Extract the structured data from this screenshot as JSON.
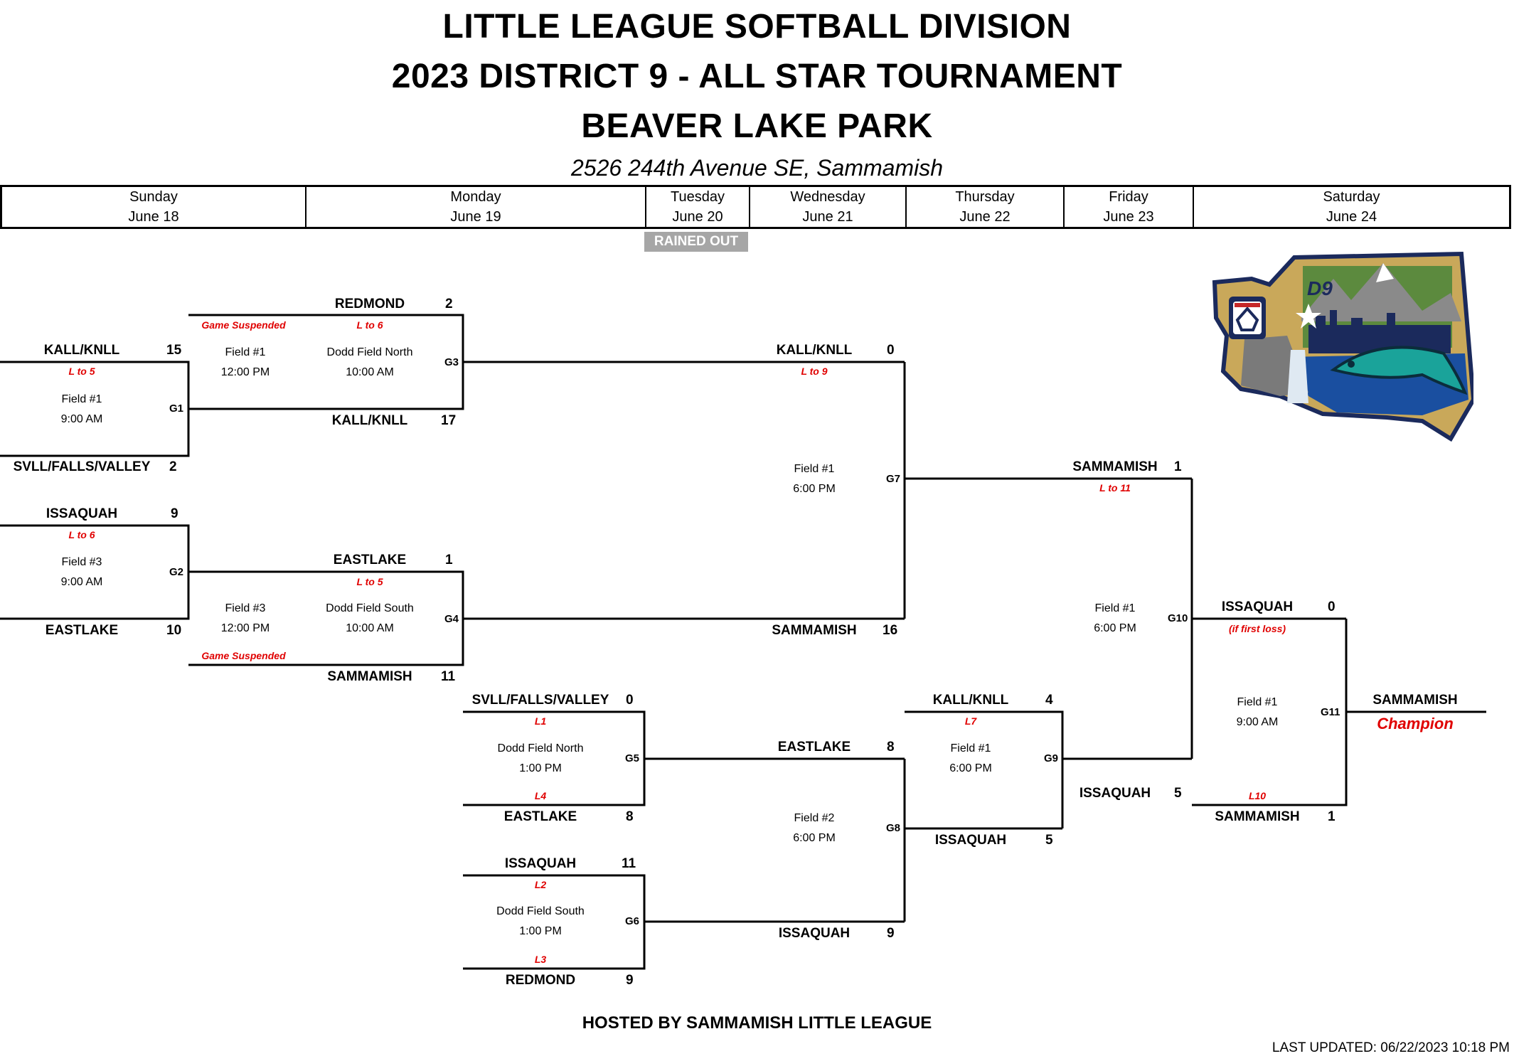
{
  "header": {
    "title1": "LITTLE LEAGUE SOFTBALL DIVISION",
    "title2": "2023 DISTRICT 9 - ALL STAR TOURNAMENT",
    "title3": "BEAVER LAKE PARK",
    "address": "2526 244th Avenue SE, Sammamish"
  },
  "days": [
    {
      "day": "Sunday",
      "date": "June 18"
    },
    {
      "day": "Monday",
      "date": "June 19"
    },
    {
      "day": "Tuesday",
      "date": "June 20"
    },
    {
      "day": "Wednesday",
      "date": "June 21"
    },
    {
      "day": "Thursday",
      "date": "June 22"
    },
    {
      "day": "Friday",
      "date": "June 23"
    },
    {
      "day": "Saturday",
      "date": "June 24"
    }
  ],
  "rained_out": "RAINED OUT",
  "logo": {
    "text": "D9",
    "icon": "district-9-washington-logo",
    "colors": {
      "gold": "#c9a85a",
      "blue": "#1a4fa0",
      "green": "#2e7d32",
      "navy": "#1b2a5c"
    }
  },
  "games": {
    "g1": {
      "label": "G1",
      "top_team": "KALL/KNLL",
      "top_score": "15",
      "top_note": "L to 5",
      "field": "Field #1",
      "time": "9:00 AM",
      "bottom_team": "SVLL/FALLS/VALLEY",
      "bottom_score": "2"
    },
    "g2": {
      "label": "G2",
      "top_team": "ISSAQUAH",
      "top_score": "9",
      "top_note": "L to 6",
      "field": "Field #3",
      "time": "9:00 AM",
      "bottom_team": "EASTLAKE",
      "bottom_score": "10"
    },
    "g3": {
      "label": "G3",
      "top_team": "REDMOND",
      "top_score": "2",
      "top_note": "L to 6",
      "suspended": "Game Suspended",
      "field_a": "Field #1",
      "time_a": "12:00 PM",
      "field_b": "Dodd Field North",
      "time_b": "10:00 AM",
      "bottom_team": "KALL/KNLL",
      "bottom_score": "17"
    },
    "g4": {
      "label": "G4",
      "top_team": "EASTLAKE",
      "top_score": "1",
      "top_note": "L to 5",
      "suspended": "Game Suspended",
      "field_a": "Field #3",
      "time_a": "12:00 PM",
      "field_b": "Dodd Field South",
      "time_b": "10:00 AM",
      "bottom_team": "SAMMAMISH",
      "bottom_score": "11"
    },
    "g5": {
      "label": "G5",
      "top_team": "SVLL/FALLS/VALLEY",
      "top_score": "0",
      "top_note": "L1",
      "field": "Dodd Field North",
      "time": "1:00 PM",
      "bottom_note": "L4",
      "bottom_team": "EASTLAKE",
      "bottom_score": "8"
    },
    "g6": {
      "label": "G6",
      "top_team": "ISSAQUAH",
      "top_score": "11",
      "top_note": "L2",
      "field": "Dodd Field South",
      "time": "1:00 PM",
      "bottom_note": "L3",
      "bottom_team": "REDMOND",
      "bottom_score": "9"
    },
    "g7": {
      "label": "G7",
      "top_team": "KALL/KNLL",
      "top_score": "0",
      "top_note": "L to 9",
      "field": "Field #1",
      "time": "6:00 PM",
      "bottom_team": "SAMMAMISH",
      "bottom_score": "16"
    },
    "g8": {
      "label": "G8",
      "top_team": "EASTLAKE",
      "top_score": "8",
      "field": "Field #2",
      "time": "6:00 PM",
      "bottom_team": "ISSAQUAH",
      "bottom_score": "9"
    },
    "g9": {
      "label": "G9",
      "top_team": "KALL/KNLL",
      "top_score": "4",
      "top_note": "L7",
      "field": "Field #1",
      "time": "6:00 PM",
      "bottom_team": "ISSAQUAH",
      "bottom_score": "5"
    },
    "g10": {
      "label": "G10",
      "top_team": "SAMMAMISH",
      "top_score": "1",
      "top_note": "L to 11",
      "field": "Field #1",
      "time": "6:00 PM",
      "bottom_team": "ISSAQUAH",
      "bottom_score": "5"
    },
    "g11": {
      "label": "G11",
      "top_team": "ISSAQUAH",
      "top_score": "0",
      "top_note": "(if first loss)",
      "field": "Field #1",
      "time": "9:00 AM",
      "bottom_note": "L10",
      "bottom_team": "SAMMAMISH",
      "bottom_score": "1"
    }
  },
  "champion": {
    "team": "SAMMAMISH",
    "label": "Champion"
  },
  "footer": {
    "hosted": "HOSTED BY SAMMAMISH LITTLE LEAGUE",
    "updated": "LAST UPDATED: 06/22/2023 10:18 PM"
  },
  "colors": {
    "note_red": "#e00000",
    "rained_gray": "#a6a6a6",
    "line": "#000000"
  }
}
